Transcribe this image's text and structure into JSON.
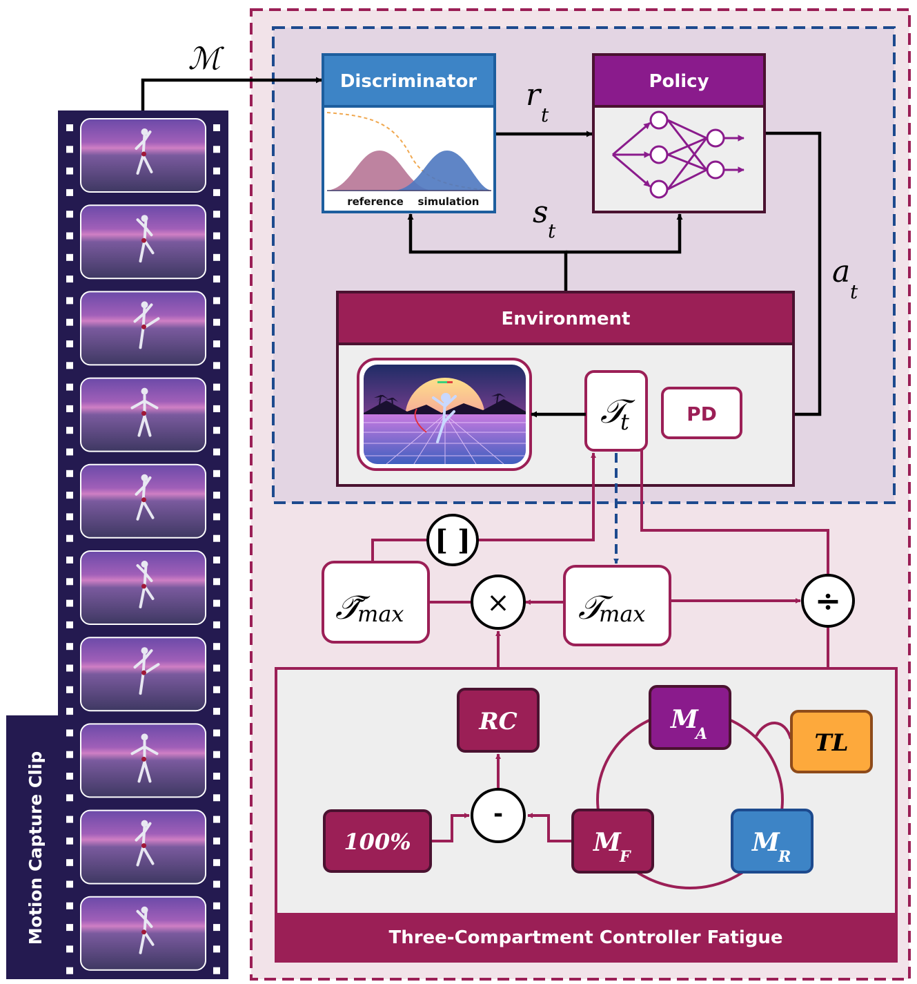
{
  "colors": {
    "navy_film": "#241a50",
    "crimson": "#9b1f56",
    "purple": "#8a1b8c",
    "blue": "#3d84c6",
    "blue_dark": "#1d4a8e",
    "orange": "#fda93c",
    "pink_bg": "#f2e3e9",
    "lilac_bg": "#e3d5e3",
    "gray_box": "#eeeeee"
  },
  "film_strip": {
    "label": "Motion Capture Clip",
    "frame_count": 10
  },
  "labels": {
    "motion_set": "ℳ",
    "reward": "r",
    "reward_sub": "t",
    "state": "s",
    "state_sub": "t",
    "action": "a",
    "action_sub": "t"
  },
  "discriminator": {
    "title": "Discriminator",
    "reference_label": "reference",
    "simulation_label": "simulation"
  },
  "policy": {
    "title": "Policy"
  },
  "environment": {
    "title": "Environment",
    "torque_label": "𝒯",
    "torque_sub": "t",
    "pd_label": "PD"
  },
  "fatigue": {
    "clip_op": "[ ]",
    "tmax_tilde": "𝒯̃",
    "tmax": "𝒯",
    "max_sub": "max",
    "multiply_op": "×",
    "divide_op": "÷",
    "subtract_op": "-",
    "rc_label": "RC",
    "hundred_label": "100%",
    "tl_label": "TL",
    "ma": "M",
    "ma_sub": "A",
    "mf": "M",
    "mf_sub": "F",
    "mr": "M",
    "mr_sub": "R",
    "footer": "Three-Compartment Controller Fatigue"
  }
}
